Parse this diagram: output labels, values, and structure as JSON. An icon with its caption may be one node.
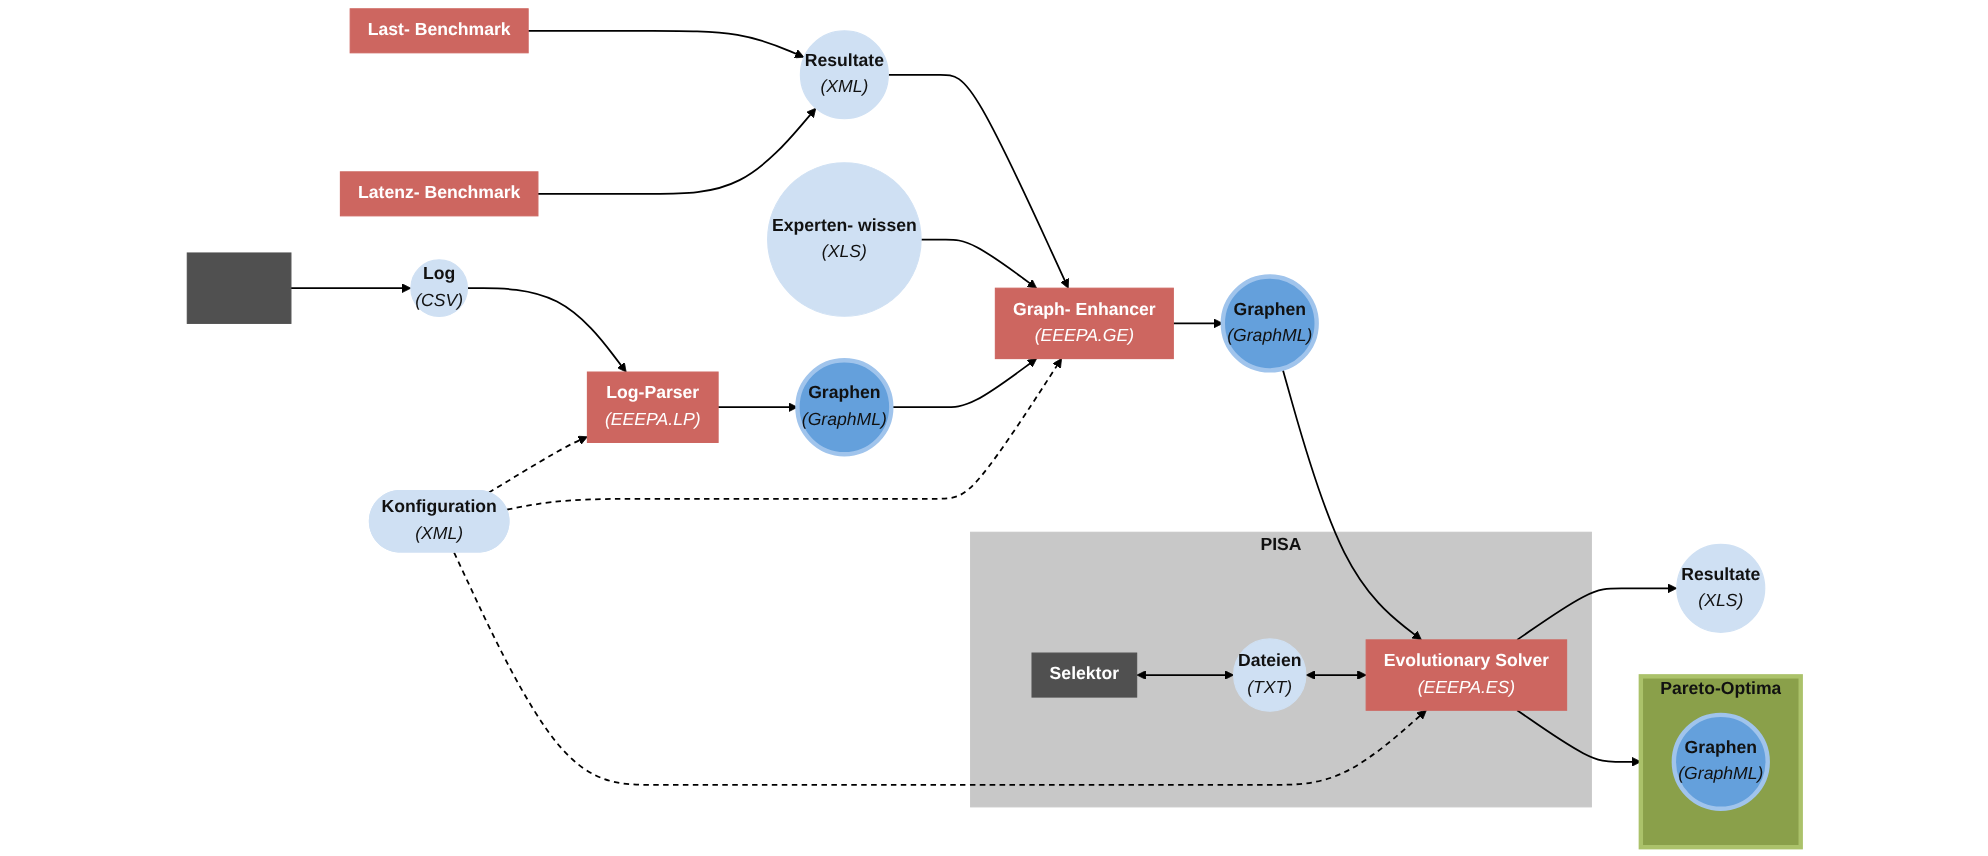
{
  "diagram": {
    "nodes": [
      {
        "text": [],
        "shape": "box"
      },
      {
        "text": [
          "Log",
          "(CSV)"
        ]
      },
      {
        "text": [
          "Log-Parser",
          "(EEEPA.LP)"
        ]
      },
      {
        "text": [
          "Graphen",
          "(GraphML)"
        ]
      },
      {
        "text": [
          "Last- Benchmark"
        ]
      },
      {
        "text": [
          "Resultate",
          "(XML)"
        ]
      },
      {
        "text": [
          "Latenz- Benchmark"
        ]
      },
      {
        "text": [
          "Experten- wissen",
          "(XLS)"
        ]
      },
      {
        "text": [
          "Graph- Enhancer",
          "(EEEPA.GE)"
        ]
      },
      {
        "text": [
          "Graphen",
          "(GraphML)"
        ]
      },
      {
        "text": [
          "PISA"
        ]
      },
      {
        "text": [
          "Selektor"
        ],
        "in": 10
      },
      {
        "text": [
          "Dateien",
          "(TXT)"
        ],
        "in": 10
      },
      {
        "text": [
          "Evolutionary Solver",
          "(EEEPA.ES)"
        ],
        "in": 10
      },
      {
        "text": [
          "Resultate",
          "(XLS)"
        ]
      },
      {
        "text": [
          "Pareto-Optima"
        ]
      },
      {
        "text": [
          "Graphen",
          "(GraphML)"
        ],
        "in": 15
      },
      {
        "text": [
          "Konfiguration",
          "(XML)"
        ]
      }
    ],
    "edges": [
      {
        "from": 0,
        "to": 1,
        "arrow": "to"
      },
      {
        "from": 1,
        "to": 2,
        "arrow": "to"
      },
      {
        "from": 2,
        "to": 3,
        "arrow": "to"
      },
      {
        "from": 3,
        "to": 8,
        "arrow": "to"
      },
      {
        "from": 4,
        "to": 5,
        "arrow": "to"
      },
      {
        "from": 6,
        "to": 5,
        "arrow": "to"
      },
      {
        "from": 5,
        "to": 8,
        "arrow": "to"
      },
      {
        "from": 7,
        "to": 8,
        "arrow": "to"
      },
      {
        "from": 8,
        "to": 9,
        "arrow": "to"
      },
      {
        "from": 9,
        "to": 13,
        "arrow": "to"
      },
      {
        "from": 11,
        "to": 12,
        "arrow": "both"
      },
      {
        "from": 12,
        "to": 13,
        "arrow": "both"
      },
      {
        "from": 13,
        "to": 14,
        "arrow": "to"
      },
      {
        "from": 13,
        "to": 15,
        "arrow": "to"
      },
      {
        "from": 17,
        "to": 2,
        "arrow": "to",
        "style": "dashed"
      },
      {
        "from": 17,
        "to": 8,
        "arrow": "to",
        "style": "dashed"
      },
      {
        "from": 17,
        "to": 13,
        "arrow": "to",
        "style": "dashed"
      }
    ]
  }
}
